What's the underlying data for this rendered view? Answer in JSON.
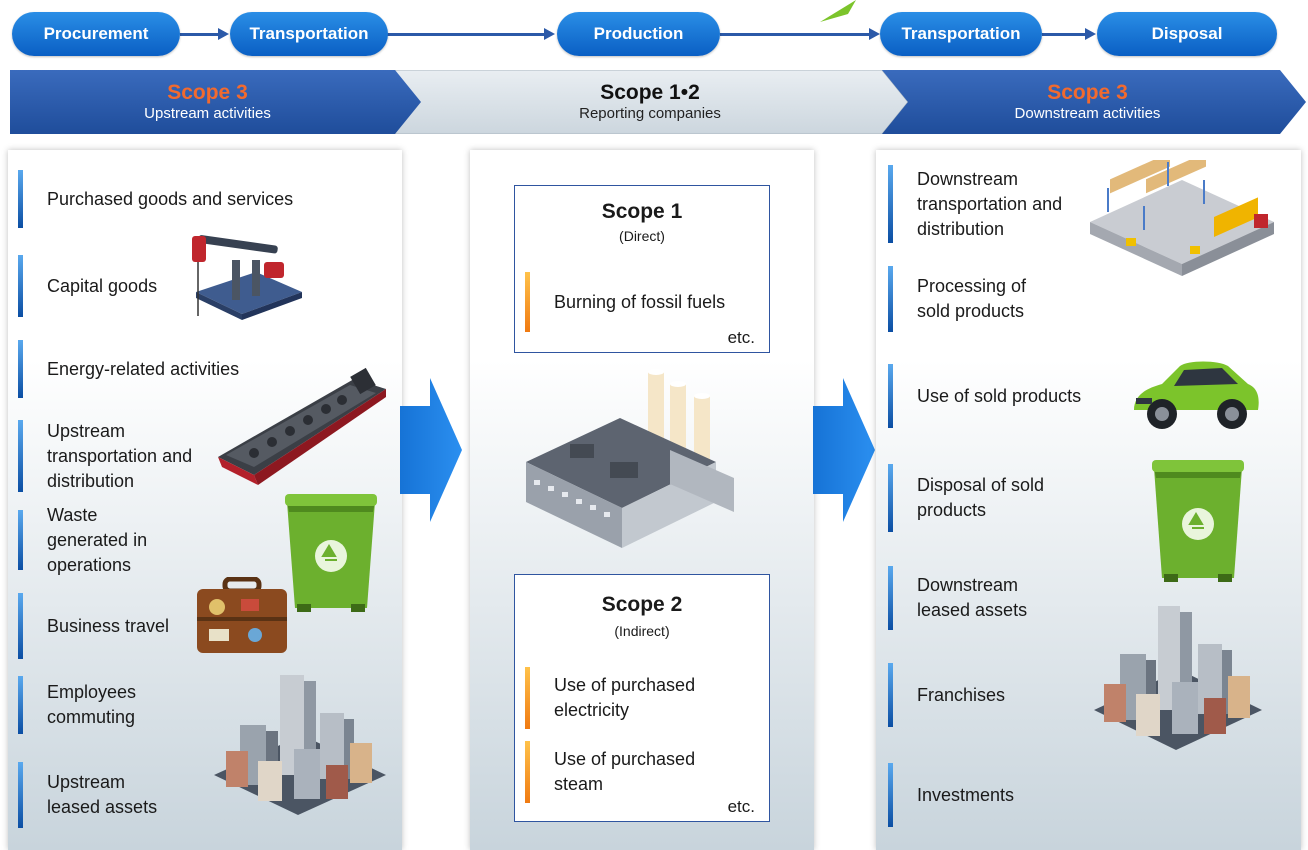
{
  "flow": {
    "steps": [
      "Procurement",
      "Transportation",
      "Production",
      "Transportation",
      "Disposal"
    ]
  },
  "scopes": {
    "upstream": {
      "title": "Scope 3",
      "subtitle": "Upstream activities"
    },
    "company": {
      "title": "Scope 1•2",
      "subtitle": "Reporting companies"
    },
    "downstream": {
      "title": "Scope 3",
      "subtitle": "Downstream activities"
    }
  },
  "upstream": {
    "items": [
      "Purchased goods and services",
      "Capital goods",
      "Energy-related activities",
      "Upstream transportation and distribution",
      "Waste generated in operations",
      "Business travel",
      "Employees commuting",
      "Upstream leased assets"
    ]
  },
  "company": {
    "scope1": {
      "title": "Scope 1",
      "subtitle": "(Direct)",
      "items": [
        "Burning of fossil fuels"
      ],
      "etc": "etc."
    },
    "scope2": {
      "title": "Scope 2",
      "subtitle": "(Indirect)",
      "items": [
        "Use of purchased electricity",
        "Use of purchased steam"
      ],
      "etc": "etc."
    }
  },
  "downstream": {
    "items": [
      "Downstream transportation and distribution",
      "Processing of sold products",
      "Use of sold products",
      "Disposal of sold products",
      "Downstream leased assets",
      "Franchises",
      "Investments"
    ]
  },
  "colors": {
    "blue_pill": "#1673d6",
    "banner_blue": "#2b59a8",
    "scope3_title": "#f26a2e",
    "item_bar_blue": "#0b4ea3",
    "item_bar_orange": "#f07a12"
  },
  "icons": [
    "oil-pump-icon",
    "oil-tanker-icon",
    "recycle-bin-icon",
    "suitcase-icon",
    "city-icon",
    "factory-icon",
    "warehouse-icon",
    "car-icon"
  ]
}
